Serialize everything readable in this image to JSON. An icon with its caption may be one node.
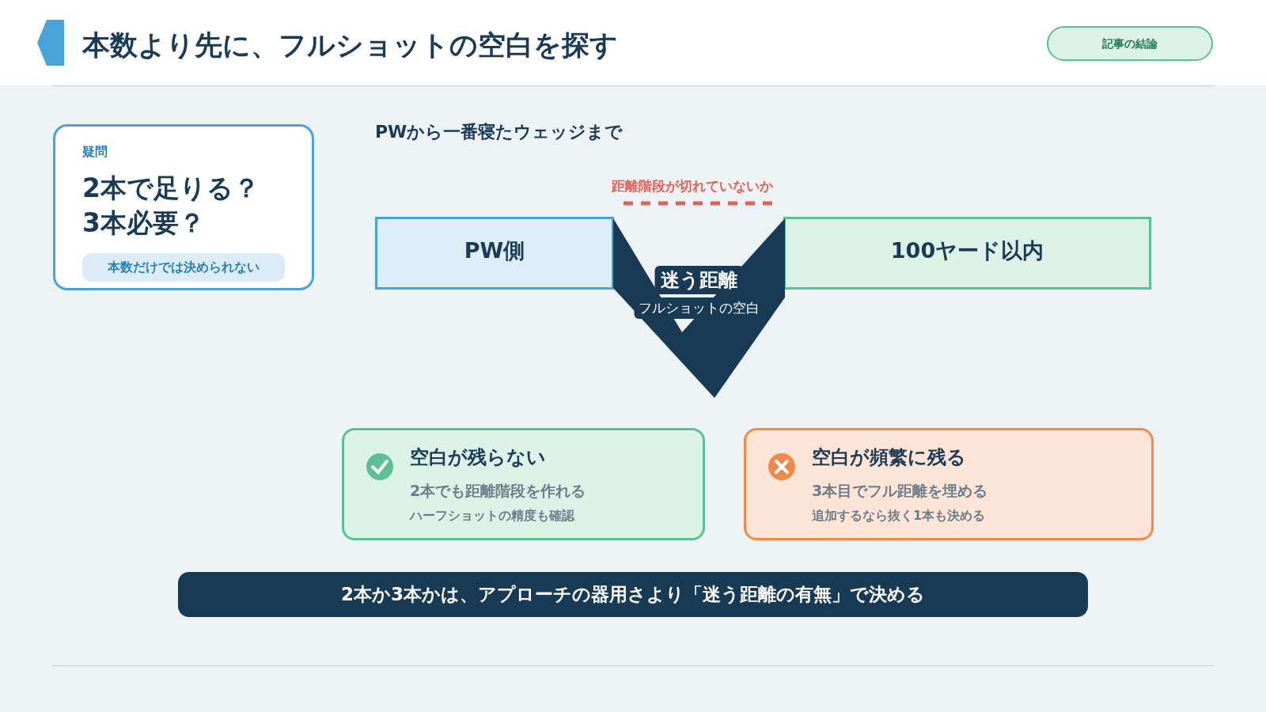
{
  "diagram": {
    "title": "本数より先に、フルショットの空白を探す",
    "nodes": [
      {
        "text": [
          "疑問",
          "2本で足りる？3本必要？"
        ]
      },
      {
        "text": [
          "本数だけでは決められない"
        ],
        "in": 0
      },
      {
        "text": [
          "PW側"
        ]
      },
      {
        "text": [
          "100ヤード以内"
        ]
      },
      {
        "text": [
          "迷う距離",
          "フルショットの空白"
        ]
      },
      {
        "text": [
          "空白が残らない",
          "2本でも距離階段を作れる",
          "ハーフショットの精度も確認"
        ]
      },
      {
        "text": [
          "空白が頻繁に残る",
          "3本目でフル距離を埋める",
          "追加するなら抜く1本も決める"
        ]
      },
      {
        "text": [
          "2本か3本かは、アプローチの器用さより「迷う距離の有無」で決める"
        ]
      },
      {
        "text": [
          "記事の結論"
        ]
      }
    ],
    "labels": [
      "PWから一番寝たウェッジまで",
      "距離階段が切れていないか"
    ]
  }
}
